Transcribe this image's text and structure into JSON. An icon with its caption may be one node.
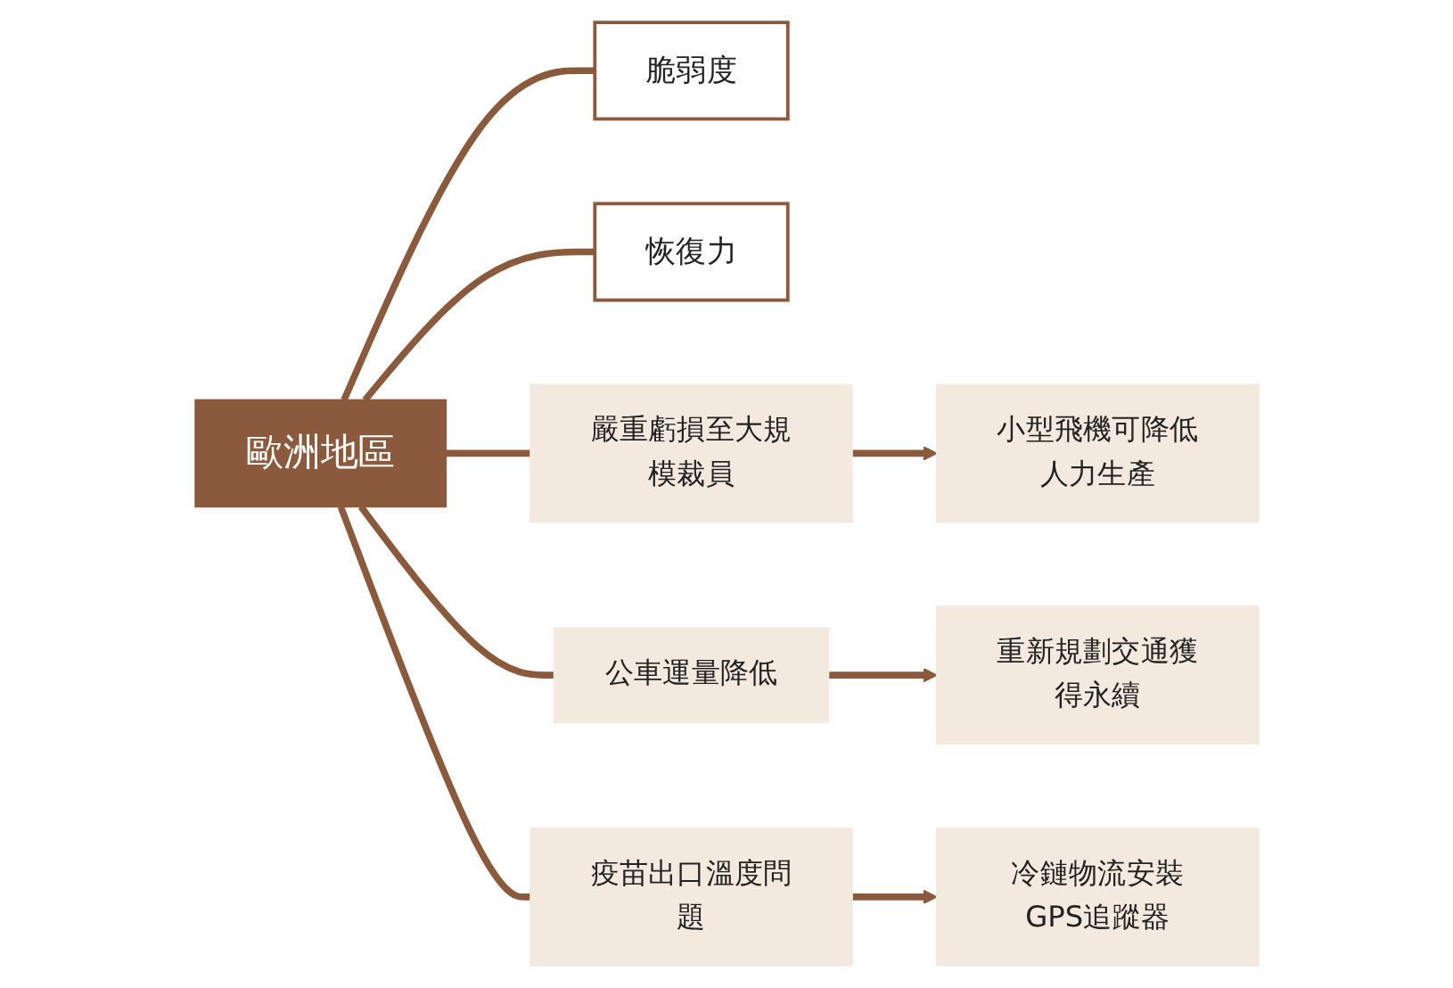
{
  "diagram": {
    "nodes": [
      {
        "text": [
          "歐洲地區"
        ]
      },
      {
        "text": [
          "脆弱度"
        ]
      },
      {
        "text": [
          "恢復力"
        ]
      },
      {
        "text": [
          "嚴重虧損至大規模裁員"
        ]
      },
      {
        "text": [
          "小型飛機可降低人力生產"
        ]
      },
      {
        "text": [
          "公車運量降低"
        ]
      },
      {
        "text": [
          "重新規劃交通獲得永續"
        ]
      },
      {
        "text": [
          "疫苗出口溫度問題"
        ]
      },
      {
        "text": [
          "冷鏈物流安裝GPS追蹤器"
        ]
      }
    ],
    "edges": [
      {
        "from": 0,
        "to": 1,
        "arrow": "none"
      },
      {
        "from": 0,
        "to": 2,
        "arrow": "none"
      },
      {
        "from": 0,
        "to": 3,
        "arrow": "none"
      },
      {
        "from": 0,
        "to": 5,
        "arrow": "none"
      },
      {
        "from": 0,
        "to": 7,
        "arrow": "none"
      },
      {
        "from": 3,
        "to": 4,
        "arrow": "to"
      },
      {
        "from": 5,
        "to": 6,
        "arrow": "to"
      },
      {
        "from": 7,
        "to": 8,
        "arrow": "to"
      }
    ]
  }
}
